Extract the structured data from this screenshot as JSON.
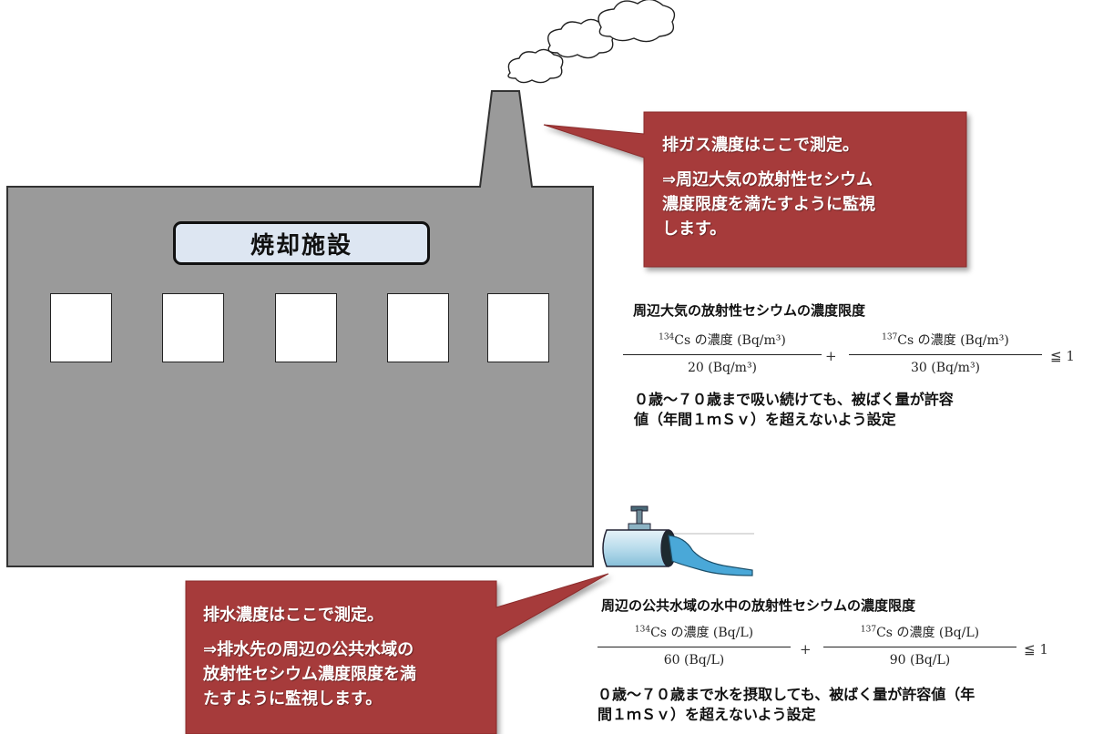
{
  "facility": {
    "label": "焼却施設"
  },
  "callout_gas": {
    "lead": "排ガス濃度はここで測定。",
    "body": "⇒周辺大気の放射性セシウム\n濃度限度を満たすように監視\nします。"
  },
  "callout_water": {
    "lead": "排水濃度はここで測定。",
    "body": "⇒排水先の周辺の公共水域の\n放射性セシウム濃度限度を満\nたすように監視します。"
  },
  "air_limit": {
    "title": "周辺大気の放射性セシウムの濃度限度",
    "term1": {
      "isotope": "134",
      "numerator": "Cs の濃度 (Bq/m³)",
      "denominator": "20 (Bq/m³)"
    },
    "plus": "+",
    "term2": {
      "isotope": "137",
      "numerator": "Cs の濃度 (Bq/m³)",
      "denominator": "30 (Bq/m³)"
    },
    "relation": "≦ 1",
    "note": "０歳～７０歳まで吸い続けても、被ばく量が許容\n値（年間１ｍＳｖ）を超えないよう設定"
  },
  "water_limit": {
    "title": "周辺の公共水域の水中の放射性セシウムの濃度限度",
    "term1": {
      "isotope": "134",
      "numerator": "Cs の濃度 (Bq/L)",
      "denominator": "60 (Bq/L)"
    },
    "plus": "+",
    "term2": {
      "isotope": "137",
      "numerator": "Cs の濃度 (Bq/L)",
      "denominator": "90 (Bq/L)"
    },
    "relation": "≦ 1",
    "note": "０歳～７０歳まで水を摂取しても、被ばく量が許容値（年\n間１ｍＳｖ）を超えないよう設定"
  },
  "colors": {
    "building": "#9a9a9a",
    "callout": "#a63a3a",
    "sign_fill": "#dde6f2",
    "water": "#4aa8d8"
  }
}
